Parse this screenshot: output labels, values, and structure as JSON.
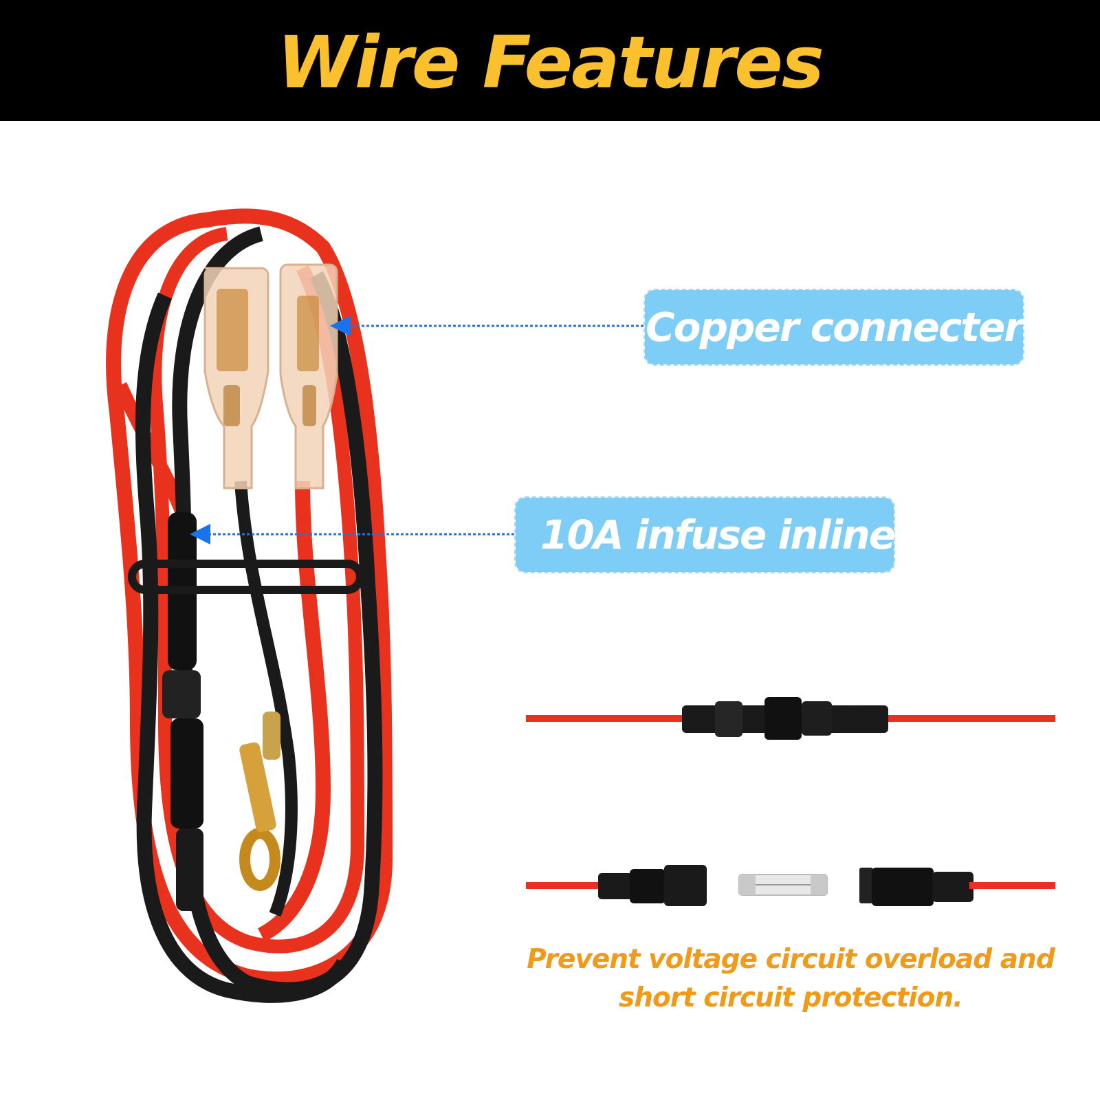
{
  "header": {
    "title": "Wire Features"
  },
  "callouts": {
    "copper": "Copper connecter",
    "fuse": "10A infuse inline"
  },
  "caption": {
    "line1": "Prevent voltage circuit overload and",
    "line2": "short circuit protection."
  },
  "colors": {
    "header_bg": "#000000",
    "title": "#fbc02d",
    "callout_bg": "#7dcdf6",
    "callout_text": "#ffffff",
    "arrow": "#1a73e8",
    "caption": "#f09a1a",
    "red_wire": "#e8321e",
    "black_wire": "#1a1a1a"
  },
  "icons": {
    "wire_harness": "wire-harness-illustration",
    "fuse_holder": "fuse-holder-assembled",
    "fuse_parts": "fuse-holder-exploded"
  }
}
